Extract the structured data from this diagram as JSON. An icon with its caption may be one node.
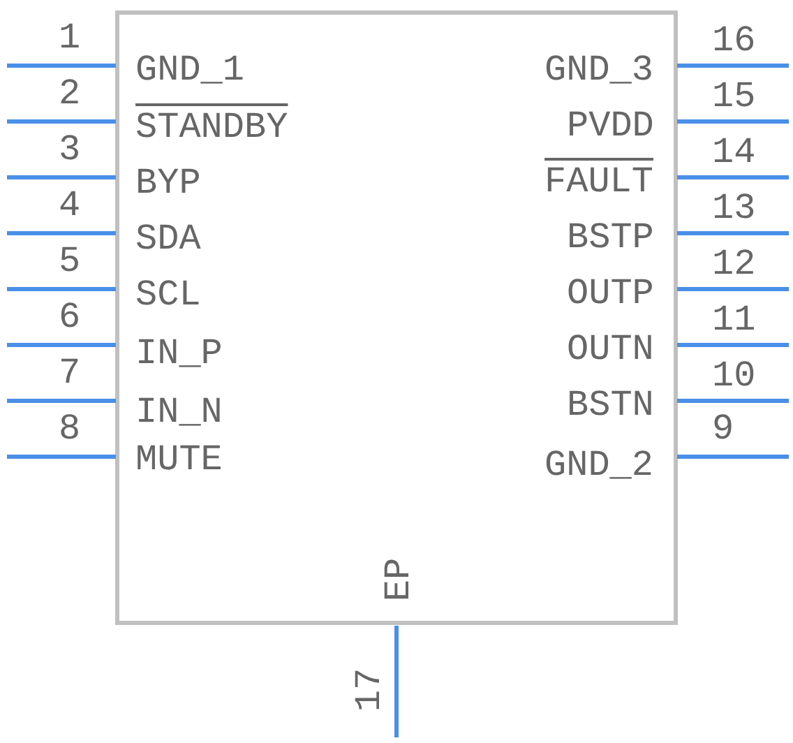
{
  "diagram": {
    "labels": [
      "1",
      "GND_1",
      "GND_3",
      "16",
      "2",
      "STANDBY",
      "PVDD",
      "15",
      "3",
      "BYP",
      "FAULT",
      "14",
      "4",
      "SDA",
      "BSTP",
      "13",
      "5",
      "SCL",
      "OUTP",
      "12",
      "6",
      "IN_P",
      "OUTN",
      "11",
      "7",
      "IN_N",
      "BSTN",
      "10",
      "8",
      "MUTE",
      "GND_2",
      "9",
      "EP",
      "17"
    ]
  }
}
